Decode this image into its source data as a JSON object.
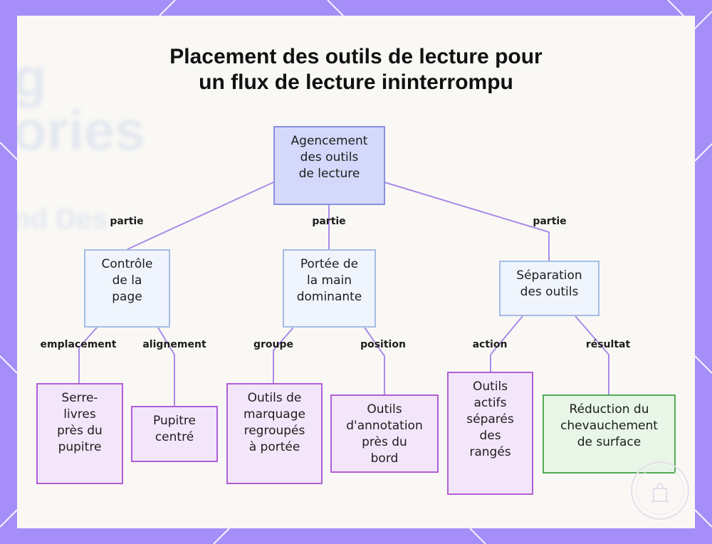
{
  "title": "Placement des outils de lecture pour\nun flux de lecture ininterrompu",
  "background_text": [
    "g",
    "ories",
    "nd Des"
  ],
  "nodes": {
    "root": "Agencement\ndes outils\nde lecture",
    "page_control": "Contrôle\nde la\npage",
    "dominant_hand": "Portée de\nla main\ndominante",
    "tool_separation": "Séparation\ndes outils",
    "bookends": "Serre-\nlivres\nprès du\npupitre",
    "centered_stand": "Pupitre\ncentré",
    "marking_tools": "Outils de\nmarquage\nregroupés\nà portée",
    "annotation_tools": "Outils\nd'annotation\nprès du\nbord",
    "active_tools": "Outils\nactifs\nséparés\ndes\nrangés",
    "surface_reduction": "Réduction du\nchevauchement\nde surface"
  },
  "edge_labels": {
    "root_page": "partie",
    "root_hand": "partie",
    "root_sep": "partie",
    "page_bookends": "emplacement",
    "page_stand": "alignement",
    "hand_marking": "groupe",
    "hand_annotation": "position",
    "sep_active": "action",
    "sep_surface": "résultat"
  },
  "colors": {
    "frame": "#a58ef7",
    "edge": "#a98be8",
    "root_fill": "#d4d9fb",
    "mid_fill": "#f0f4fd",
    "leaf_fill": "#f3e6fa",
    "result_fill": "#e7f6e7"
  }
}
